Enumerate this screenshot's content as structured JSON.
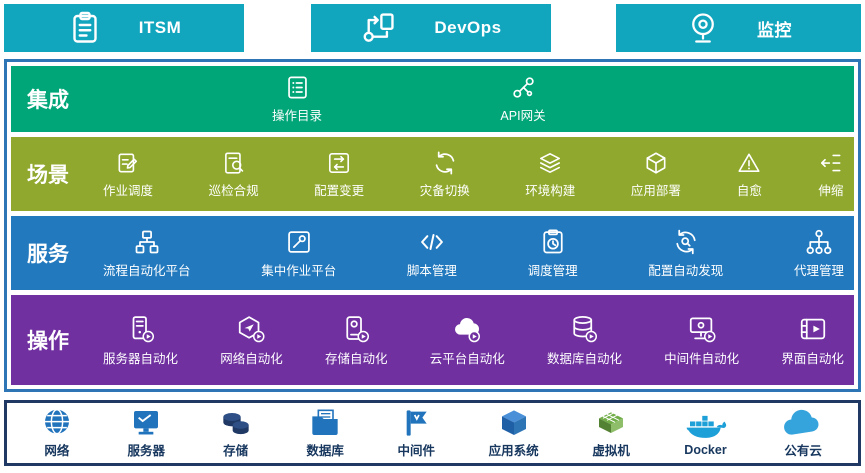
{
  "top_bar": {
    "items": [
      {
        "label": "ITSM",
        "icon": "clipboard-icon"
      },
      {
        "label": "DevOps",
        "icon": "devops-flow-icon"
      },
      {
        "label": "监控",
        "icon": "webcam-icon"
      }
    ]
  },
  "rows": [
    {
      "title": "集成",
      "color": "#00A678",
      "items": [
        {
          "label": "操作目录",
          "icon": "catalog-icon"
        },
        {
          "label": "API网关",
          "icon": "api-gateway-icon"
        }
      ]
    },
    {
      "title": "场景",
      "color": "#8FA82D",
      "items": [
        {
          "label": "作业调度",
          "icon": "job-schedule-icon"
        },
        {
          "label": "巡检合规",
          "icon": "inspection-icon"
        },
        {
          "label": "配置变更",
          "icon": "config-change-icon"
        },
        {
          "label": "灾备切换",
          "icon": "failover-icon"
        },
        {
          "label": "环境构建",
          "icon": "env-build-icon"
        },
        {
          "label": "应用部署",
          "icon": "app-deploy-icon"
        },
        {
          "label": "自愈",
          "icon": "self-heal-icon"
        },
        {
          "label": "伸缩",
          "icon": "scale-icon"
        }
      ]
    },
    {
      "title": "服务",
      "color": "#2279BE",
      "items": [
        {
          "label": "流程自动化平台",
          "icon": "process-automation-icon"
        },
        {
          "label": "集中作业平台",
          "icon": "central-job-icon"
        },
        {
          "label": "脚本管理",
          "icon": "script-icon"
        },
        {
          "label": "调度管理",
          "icon": "dispatch-icon"
        },
        {
          "label": "配置自动发现",
          "icon": "auto-discovery-icon"
        },
        {
          "label": "代理管理",
          "icon": "agent-icon"
        }
      ]
    },
    {
      "title": "操作",
      "color": "#7030A0",
      "items": [
        {
          "label": "服务器自动化",
          "icon": "server-automation-icon"
        },
        {
          "label": "网络自动化",
          "icon": "network-automation-icon"
        },
        {
          "label": "存储自动化",
          "icon": "storage-automation-icon"
        },
        {
          "label": "云平台自动化",
          "icon": "cloud-automation-icon"
        },
        {
          "label": "数据库自动化",
          "icon": "database-automation-icon"
        },
        {
          "label": "中间件自动化",
          "icon": "middleware-automation-icon"
        },
        {
          "label": "界面自动化",
          "icon": "ui-automation-icon"
        }
      ]
    }
  ],
  "bottom_bar": {
    "items": [
      {
        "label": "网络",
        "icon": "globe-icon"
      },
      {
        "label": "服务器",
        "icon": "server-icon"
      },
      {
        "label": "存储",
        "icon": "storage-icon"
      },
      {
        "label": "数据库",
        "icon": "database-icon"
      },
      {
        "label": "中间件",
        "icon": "middleware-icon"
      },
      {
        "label": "应用系统",
        "icon": "app-system-icon"
      },
      {
        "label": "虚拟机",
        "icon": "vm-icon"
      },
      {
        "label": "Docker",
        "icon": "docker-icon"
      },
      {
        "label": "公有云",
        "icon": "cloud-icon"
      }
    ]
  },
  "colors": {
    "top_teal": "#12A5BE",
    "integration_green": "#00A678",
    "scene_olive": "#8FA82D",
    "service_blue": "#2279BE",
    "operation_purple": "#7030A0",
    "frame_blue": "#2E75B6",
    "bottom_frame_navy": "#1F3864",
    "bottom_icon_blue": "#2173BC",
    "vm_green": "#70AD47",
    "docker_blue": "#1D9FD8"
  }
}
